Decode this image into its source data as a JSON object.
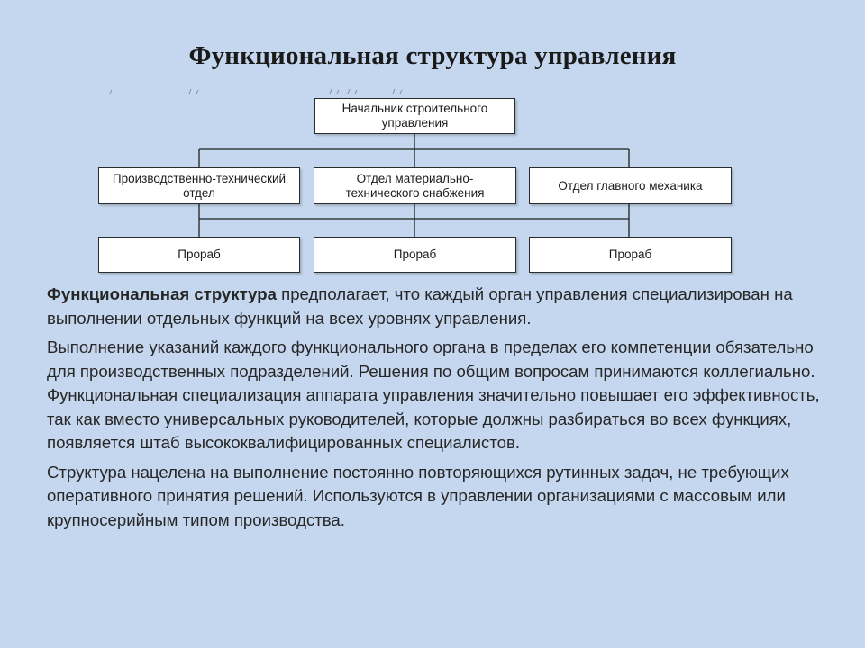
{
  "title": "Функциональная структура управления",
  "org_chart": {
    "root": "Начальник строительного управления",
    "departments": [
      "Производственно-технический отдел",
      "Отдел материально-технического снабжения",
      "Отдел главного механика"
    ],
    "foremen": [
      "Прораб",
      "Прораб",
      "Прораб"
    ]
  },
  "paragraphs": {
    "p1_bold": "Функциональная структура",
    "p1_rest": " предполагает, что каждый орган управления специализирован на выполнении отдельных функций на всех уровнях управления.",
    "p2": "Выполнение указаний каждого функционального органа в пределах его компетенции обязательно для производственных подразделений. Решения по общим вопросам принимаются коллегиально. Функциональная специализация аппарата управления значительно повышает его эффективность, так как вместо универсальных руководителей, которые должны разбираться во всех функциях, появляется штаб высококвалифицированных специалистов.",
    "p3": "Структура нацелена на выполнение постоянно повторяющихся рутинных задач, не требующих оперативного принятия решений. Используются в управлении организациями с массовым или крупносерийным типом производства."
  },
  "colors": {
    "background": "#c5d7ee",
    "box_fill": "#ffffff",
    "box_border": "#2b2b2b",
    "text": "#262626"
  }
}
